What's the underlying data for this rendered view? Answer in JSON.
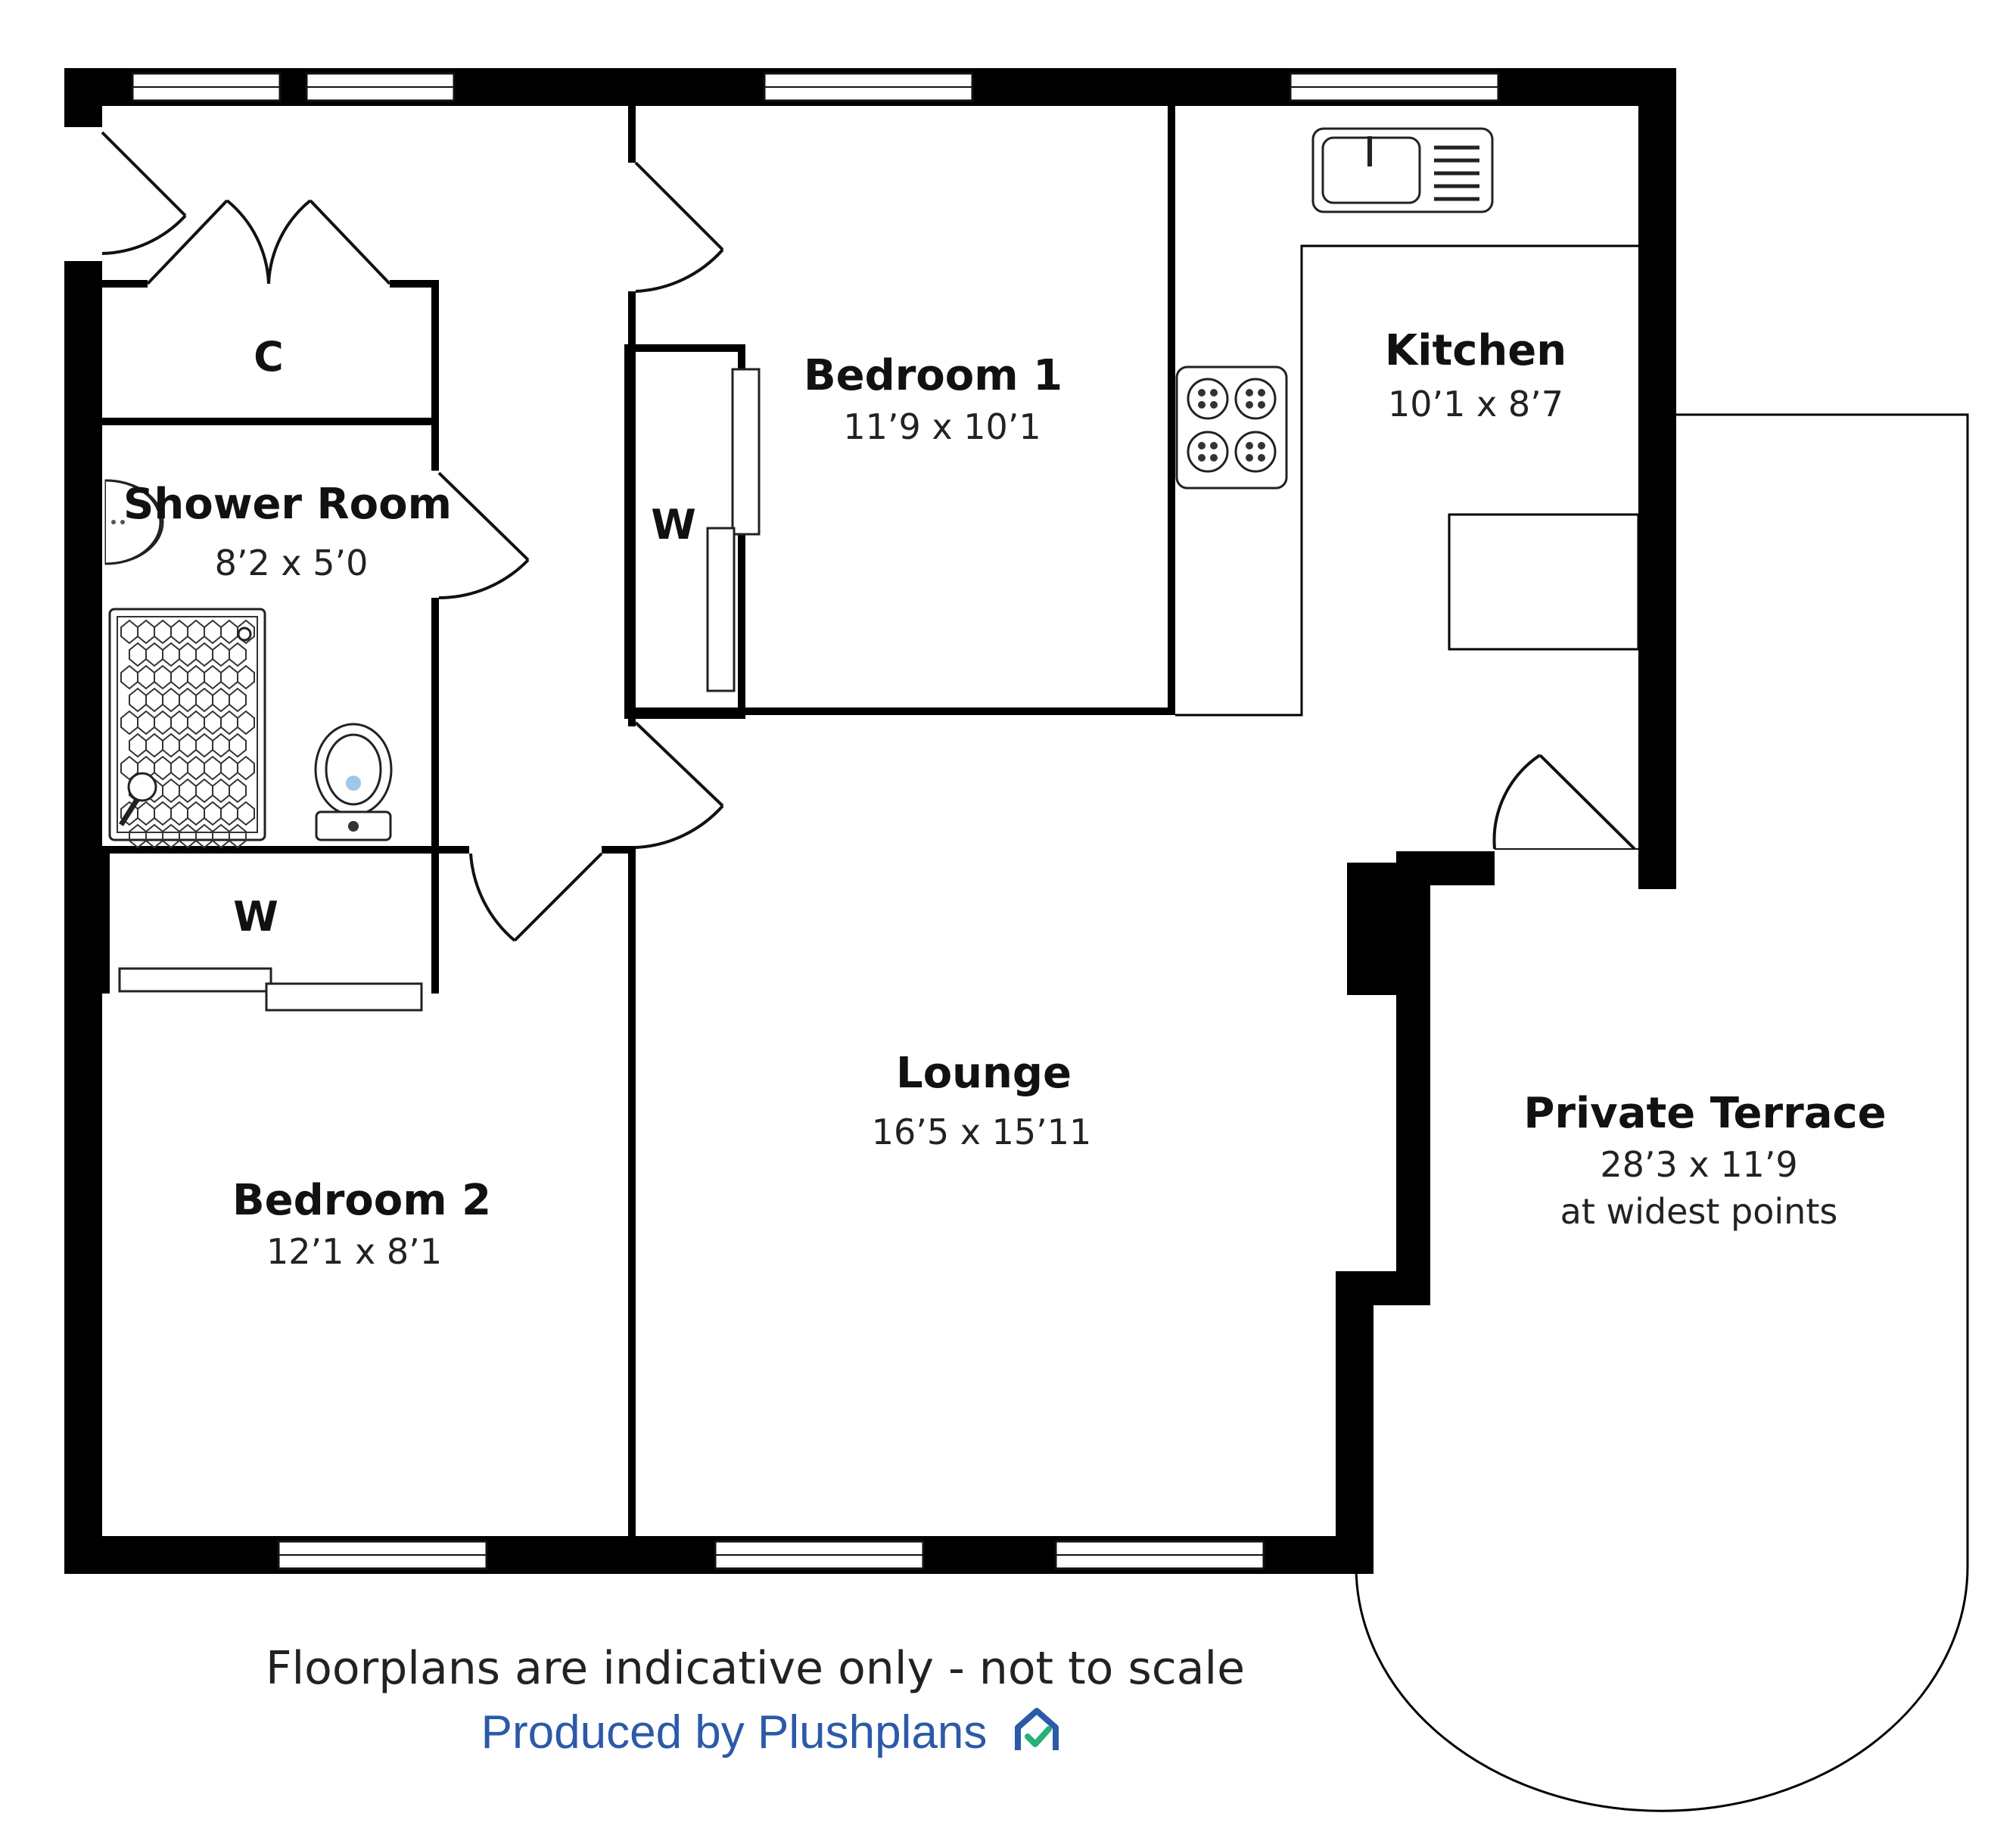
{
  "rooms": {
    "bedroom1": {
      "name": "Bedroom 1",
      "dims": "11’9 x 10’1"
    },
    "bedroom2": {
      "name": "Bedroom 2",
      "dims": "12’1 x 8’1"
    },
    "kitchen": {
      "name": "Kitchen",
      "dims": "10’1 x 8’7"
    },
    "shower": {
      "name": "Shower Room",
      "dims": "8’2 x 5’0"
    },
    "lounge": {
      "name": "Lounge",
      "dims": "16’5 x 15’11"
    },
    "terrace": {
      "name": "Private Terrace",
      "dims": "28’3 x 11’9",
      "note": "at widest points"
    }
  },
  "codes": {
    "cupboard": "C",
    "wardrobe_bed1": "W",
    "wardrobe_bed2": "W"
  },
  "footer": {
    "disclaimer": "Floorplans are indicative only - not to scale",
    "credit": "Produced by Plushplans",
    "credit_color": "#2b5aa8",
    "logo_icon": "plushplans-house-check-icon",
    "logo_colors": [
      "#2b5aa8",
      "#27b07a"
    ]
  }
}
